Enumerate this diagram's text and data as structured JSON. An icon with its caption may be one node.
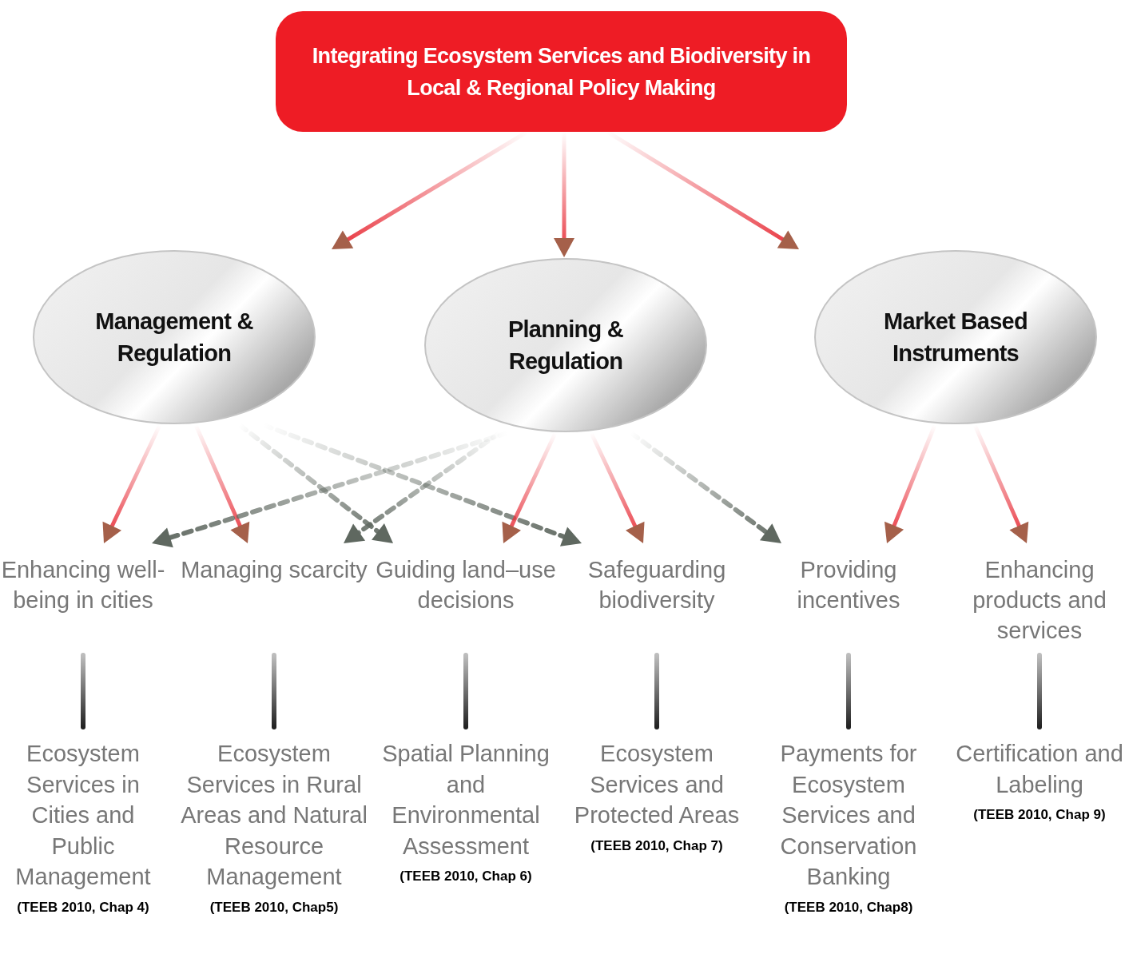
{
  "diagram": {
    "nodes": [
      {
        "text": [
          "Integrating Ecosystem Services and Biodiversity in Local & Regional Policy Making"
        ]
      },
      {
        "text": [
          "Management & Regulation"
        ]
      },
      {
        "text": [
          "Planning & Regulation"
        ]
      },
      {
        "text": [
          "Market Based Instruments"
        ]
      },
      {
        "text": [
          "Enhancing well-being in cities"
        ]
      },
      {
        "text": [
          "Managing scarcity"
        ]
      },
      {
        "text": [
          "Guiding land–use decisions"
        ]
      },
      {
        "text": [
          "Safeguarding biodiversity"
        ]
      },
      {
        "text": [
          "Providing incentives"
        ]
      },
      {
        "text": [
          "Enhancing products and services"
        ]
      },
      {
        "text": [
          "Ecosystem Services in Cities and Public Management",
          "(TEEB 2010, Chap 4)"
        ]
      },
      {
        "text": [
          "Ecosystem Services in Rural Areas and Natural Resource Management",
          "(TEEB 2010, Chap5)"
        ]
      },
      {
        "text": [
          "Spatial Planning and Environmental Assessment",
          "(TEEB 2010, Chap 6)"
        ]
      },
      {
        "text": [
          "Ecosystem Services and Protected Areas",
          "(TEEB 2010, Chap 7)"
        ]
      },
      {
        "text": [
          "Payments for Ecosystem Services and Conservation Banking",
          "(TEEB 2010, Chap8)"
        ]
      },
      {
        "text": [
          "Certification and Labeling",
          "(TEEB 2010, Chap 9)"
        ]
      }
    ],
    "edges": [
      {
        "from": 0,
        "to": 1,
        "arrow": "to"
      },
      {
        "from": 0,
        "to": 2,
        "arrow": "to"
      },
      {
        "from": 0,
        "to": 3,
        "arrow": "to"
      },
      {
        "from": 1,
        "to": 4,
        "arrow": "to"
      },
      {
        "from": 1,
        "to": 5,
        "arrow": "to"
      },
      {
        "from": 2,
        "to": 4,
        "arrow": "to",
        "style": "dashed",
        "color": "#5f6860"
      },
      {
        "from": 2,
        "to": 5,
        "arrow": "to",
        "style": "dashed",
        "color": "#5f6860"
      },
      {
        "from": 1,
        "to": 6,
        "arrow": "to",
        "style": "dashed",
        "color": "#5f6860"
      },
      {
        "from": 1,
        "to": 7,
        "arrow": "to",
        "style": "dashed",
        "color": "#5f6860"
      },
      {
        "from": 2,
        "to": 6,
        "arrow": "to"
      },
      {
        "from": 2,
        "to": 7,
        "arrow": "to"
      },
      {
        "from": 2,
        "to": 8,
        "arrow": "to",
        "style": "dashed",
        "color": "#5f6860"
      },
      {
        "from": 3,
        "to": 8,
        "arrow": "to"
      },
      {
        "from": 3,
        "to": 9,
        "arrow": "to"
      },
      {
        "from": 4,
        "to": 10,
        "arrow": "none",
        "style": "thick",
        "color": "#222222"
      },
      {
        "from": 5,
        "to": 11,
        "arrow": "none",
        "style": "thick",
        "color": "#222222"
      },
      {
        "from": 6,
        "to": 12,
        "arrow": "none",
        "style": "thick",
        "color": "#222222"
      },
      {
        "from": 7,
        "to": 13,
        "arrow": "none",
        "style": "thick",
        "color": "#222222"
      },
      {
        "from": 8,
        "to": 14,
        "arrow": "none",
        "style": "thick",
        "color": "#222222"
      },
      {
        "from": 9,
        "to": 15,
        "arrow": "none",
        "style": "thick",
        "color": "#222222"
      }
    ]
  }
}
